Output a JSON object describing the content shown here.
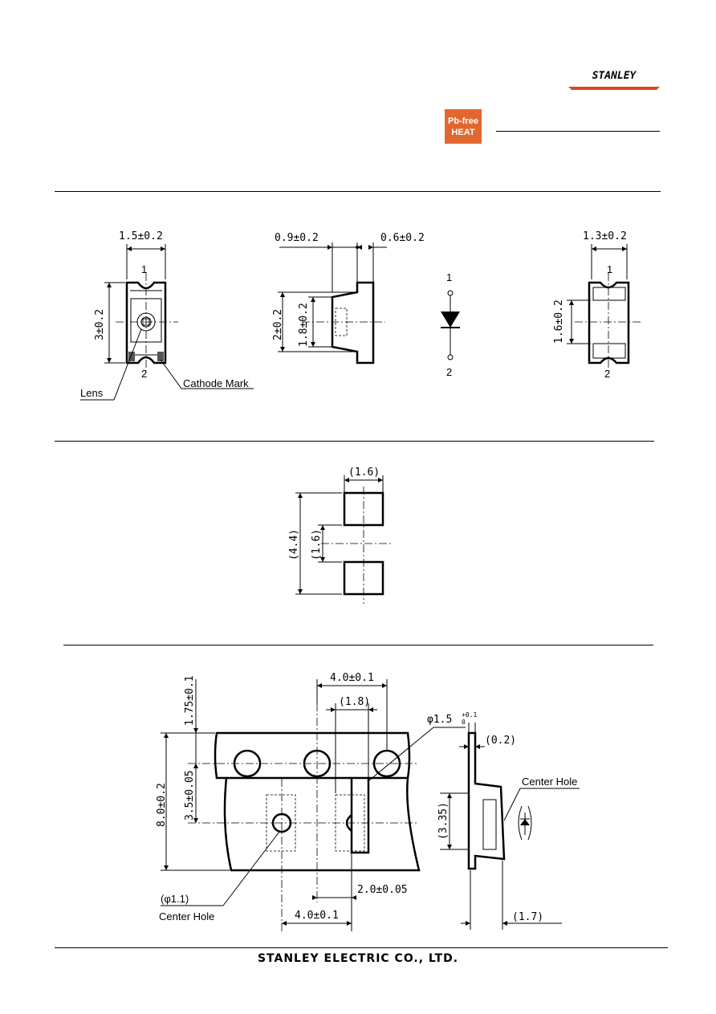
{
  "brand": {
    "logo_text": "STANLEY",
    "logo_color": "#d9481f",
    "badge": {
      "line1": "Pb-free",
      "line2": "HEAT",
      "color": "#e2672e"
    },
    "footer": "STANLEY  ELECTRIC  CO., LTD."
  },
  "outline": {
    "top_width": "1.5±0.2",
    "length": "3±0.2",
    "pin1": "1",
    "pin2": "2",
    "lens": "Lens",
    "cathode_mark": "Cathode Mark",
    "side_left": "0.9±0.2",
    "side_right": "0.6±0.2",
    "side_height": "2±0.2",
    "side_inner": "1.8±0.2",
    "schem_pin1": "1",
    "schem_pin2": "2",
    "bottom_width": "1.3±0.2",
    "bottom_gap": "1.6±0.2",
    "bottom_pin1": "1",
    "bottom_pin2": "2"
  },
  "land": {
    "pad_width": "(1.6)",
    "total": "(4.4)",
    "gap": "(1.6)"
  },
  "tape": {
    "pitch_top": "4.0±0.1",
    "dim_18": "(1.8)",
    "hole_dia_base": "φ1.5",
    "hole_tol_plus": "+0.1",
    "hole_tol_minus": "0",
    "edge": "1.75±0.1",
    "width": "8.0±0.2",
    "pitch_y": "3.5±0.05",
    "thickness": "(0.2)",
    "center_hole": "Center Hole",
    "depth": "(3.35)",
    "center_hole_dia": "(φ1.1)",
    "center_hole_label": "Center Hole",
    "pitch_small": "2.0±0.05",
    "pitch_bottom": "4.0±0.1",
    "pocket_w": "(1.7)"
  }
}
